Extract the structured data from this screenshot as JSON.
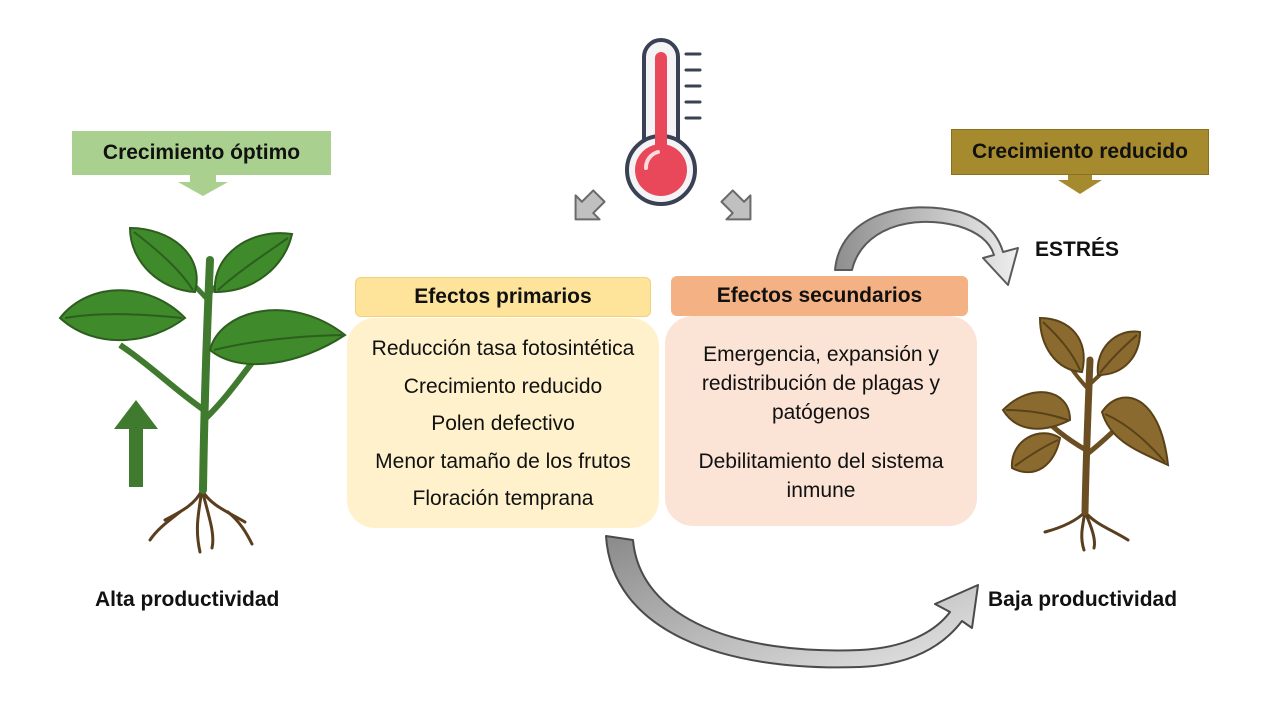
{
  "left": {
    "tag": "Crecimiento óptimo",
    "caption": "Alta productividad"
  },
  "right": {
    "tag": "Crecimiento reducido",
    "caption": "Baja productividad",
    "stress_label": "ESTRÉS"
  },
  "primary": {
    "title": "Efectos primarios",
    "items": [
      "Reducción tasa fotosintética",
      "Crecimiento reducido",
      "Polen defectivo",
      "Menor tamaño de los frutos",
      "Floración temprana"
    ]
  },
  "secondary": {
    "title": "Efectos secundarios",
    "items": [
      "Emergencia, expansión y redistribución de plagas y patógenos",
      "Debilitamiento del sistema inmune"
    ]
  },
  "colors": {
    "green_tag": "#a9d08e",
    "brown_tag": "#a68a2e",
    "primary_head": "#fde49a",
    "primary_panel": "#fff1cc",
    "secondary_head": "#f4b183",
    "secondary_panel": "#fbe3d6",
    "healthy_leaf": "#3f8a2a",
    "stressed_leaf": "#8a6a2f",
    "thermometer_bulb": "#e8485a"
  },
  "icons": [
    "thermometer-icon",
    "healthy-plant-icon",
    "stressed-plant-icon",
    "growth-up-arrow-icon"
  ]
}
